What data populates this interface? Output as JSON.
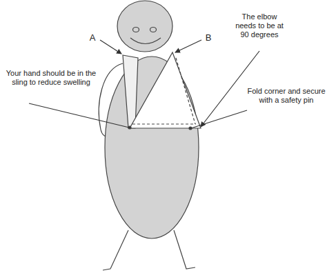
{
  "diagram": {
    "labels": [
      "A",
      "B",
      "The elbow needs to be at 90 degrees",
      "Your hand should be in the sling to reduce swelling",
      "Fold corner and secure with a safety pin"
    ]
  }
}
